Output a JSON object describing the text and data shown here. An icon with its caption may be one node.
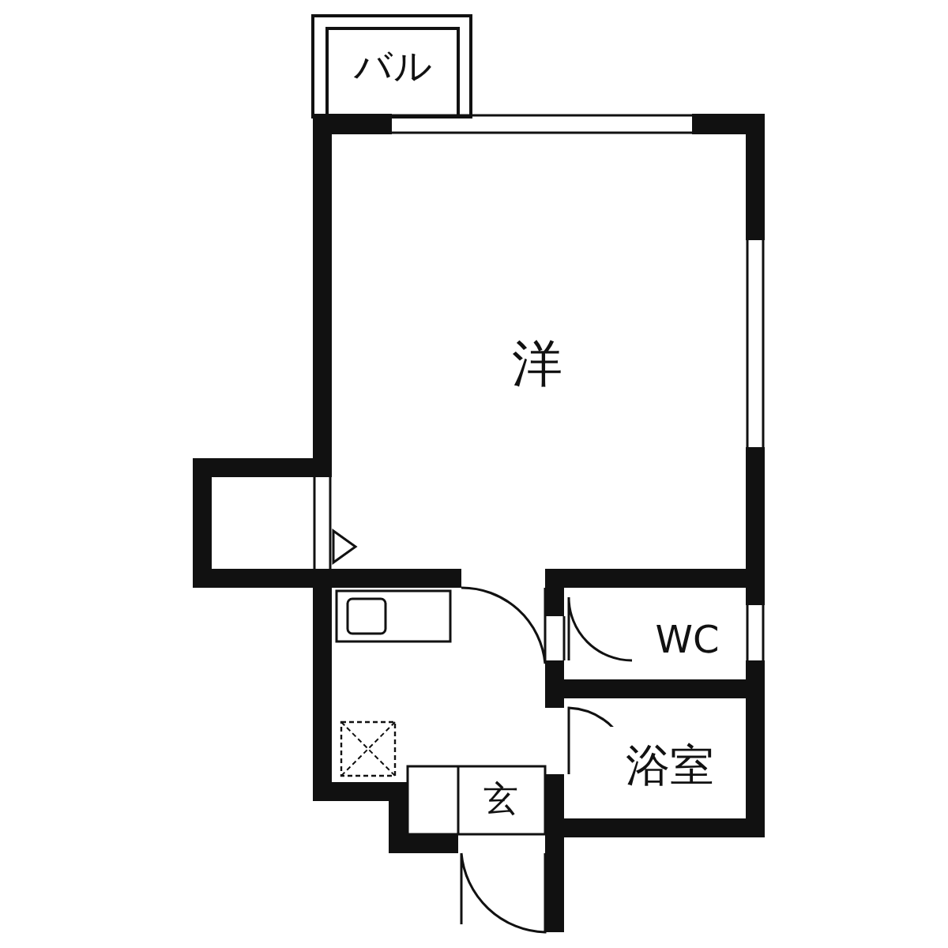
{
  "diagram": {
    "nodes": [
      {
        "text": [
          "バル"
        ]
      },
      {
        "text": [
          "洋"
        ]
      },
      {
        "text": [
          "WC"
        ]
      },
      {
        "text": [
          "浴室"
        ]
      },
      {
        "text": [
          "玄"
        ]
      }
    ]
  }
}
